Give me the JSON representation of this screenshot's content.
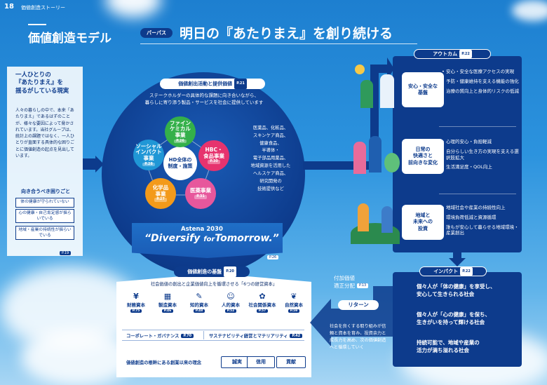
{
  "header": {
    "page_number": "18",
    "section_title": "価値創造ストーリー"
  },
  "main_title": "価値創造モデル",
  "purpose": {
    "badge": "パーパス",
    "statement": "明日の『あたりまえ』を創り続ける"
  },
  "left_panel": {
    "heading_line1": "一人ひとりの",
    "heading_line2": "『あたりまえ』を",
    "heading_line3": "揺るがしている現実",
    "body": "人々の暮らしの中で、本来「あたりまえ」であるはずのことが、様々な要因によって脅かされています。当社グループは、統計上の課題ではなく、一人ひとりが直面する具体的な困りごとに価値創造の起点を見出しています。",
    "issues_title": "向き合うべき困りごと",
    "issues": [
      "体の健康が守られていない",
      "心の健康・自己肯定感が揺らいでいる",
      "地域・産業の持続性が揺らいでいる"
    ],
    "page_ref": "P.19"
  },
  "core": {
    "title": "価値創出活動と提供価値",
    "title_ref": "P.21",
    "subtitle_line1": "ステークホルダーの具体的な課題に向き合いながら、",
    "subtitle_line2": "暮らしに寄り添う製品・サービスを社会に提供しています",
    "center_line1": "HD全体の",
    "center_line2": "制度・施策",
    "bubbles": [
      {
        "line1": "ファイン",
        "line2": "ケミカル",
        "line3": "事業",
        "ref": "P.26",
        "color": "#34b04a"
      },
      {
        "line1": "HBC・",
        "line2": "食品事業",
        "line3": "",
        "ref": "P.30",
        "color": "#e6336e"
      },
      {
        "line1": "医薬事業",
        "line2": "",
        "line3": "",
        "ref": "P.31",
        "color": "#e7579c"
      },
      {
        "line1": "化学品",
        "line2": "事業",
        "line3": "",
        "ref": "P.27",
        "color": "#f39a1a"
      },
      {
        "line1": "ソーシャル",
        "line2": "インパクト",
        "line3": "事業",
        "ref": "P.28",
        "color": "#2097d6"
      }
    ],
    "products": [
      "医薬品、化粧品、",
      "スキンケア商品、",
      "健康食品、",
      "半導体・",
      "電子部品用薬品、",
      "地域資源を活用した",
      "ヘルスケア商品、",
      "研究開発の",
      "技術提供など"
    ]
  },
  "vision": {
    "title": "Astena 2030",
    "slogan_part1": "Diversify",
    "slogan_part2": "for",
    "slogan_part3": "Tomorrow.",
    "ref": "P.26"
  },
  "foundation": {
    "title": "価値創造の基盤",
    "ref": "P.20",
    "subtitle": "社会価値の創出と企業価値向上を循環させる「6つの経営資本」",
    "capitals": [
      {
        "label": "財務資本",
        "icon": "¥",
        "ref": "P.75"
      },
      {
        "label": "製造資本",
        "icon": "▦",
        "ref": "P.46"
      },
      {
        "label": "知的資本",
        "icon": "✎",
        "ref": "P.48"
      },
      {
        "label": "人的資本",
        "icon": "☺",
        "ref": "P.52"
      },
      {
        "label": "社会関係資本",
        "icon": "✿",
        "ref": "P.57"
      },
      {
        "label": "自然資本",
        "icon": "❦",
        "ref": "P.59"
      }
    ],
    "governance": "コーポレート・ガバナンス",
    "governance_ref": "P.70",
    "sustainability": "サステナビリティ経営とマテリアリティ",
    "sustainability_ref": "P.42",
    "values_label": "価値創造の根幹にある創業以来の理念",
    "values": [
      "誠実",
      "信用",
      "貢献"
    ]
  },
  "outcome": {
    "title": "アウトカム",
    "ref": "P.22",
    "rows": [
      {
        "cat1": "安心・安全な",
        "cat2": "基盤",
        "cat3": "",
        "items": [
          "安心・安全な医療アクセスの実現",
          "予防・健康維持を支える機能の強化",
          "治療の質向上と身体的リスクの低減"
        ]
      },
      {
        "cat1": "日常の",
        "cat2": "快適さと",
        "cat3": "前向きな変化",
        "items": [
          "心理的安心・負担軽減",
          "自分らしい生き方の実現を支える選択肢拡大",
          "生活満足度・QOL向上"
        ]
      },
      {
        "cat1": "地域と",
        "cat2": "未来への",
        "cat3": "投資",
        "items": [
          "地域社会や産業の持続性向上",
          "環境負荷低減と資源循環",
          "誰もが安心して暮らせる地域環境・産業創出"
        ]
      }
    ]
  },
  "impact": {
    "title": "インパクト",
    "ref": "P.22",
    "items": [
      {
        "line1": "個々人が「体の健康」を享受し、",
        "line2": "安心して生きられる社会"
      },
      {
        "line1": "個々人が「心の健康」を保ち、",
        "line2": "生きがいを持って輝ける社会"
      },
      {
        "line1": "持続可能で、地域や産業の",
        "line2": "活力が満ち溢れる社会"
      }
    ]
  },
  "return_flow": {
    "added_value_line1": "付加価値",
    "added_value_line2": "適正分配",
    "added_value_ref": "P.13",
    "return_label": "リターン",
    "return_text": "社会を良くする取り組みが信頼と資本を育み、投資余力と成長力を高め、次の価値創造へと循環していく"
  }
}
